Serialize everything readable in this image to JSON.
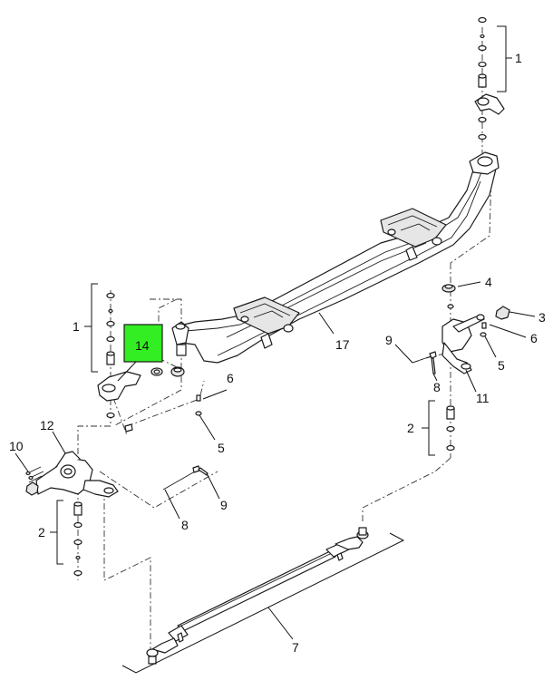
{
  "callouts": {
    "c1_top": "1",
    "c1_left": "1",
    "c2_right": "2",
    "c2_left": "2",
    "c3": "3",
    "c4": "4",
    "c5_right": "5",
    "c5_left": "5",
    "c6_right": "6",
    "c6_left": "6",
    "c7": "7",
    "c8_right": "8",
    "c8_left": "8",
    "c9_right": "9",
    "c9_left": "9",
    "c10": "10",
    "c11": "11",
    "c12": "12",
    "c14": "14",
    "c17": "17"
  },
  "highlight": {
    "color": "#33ee22"
  }
}
